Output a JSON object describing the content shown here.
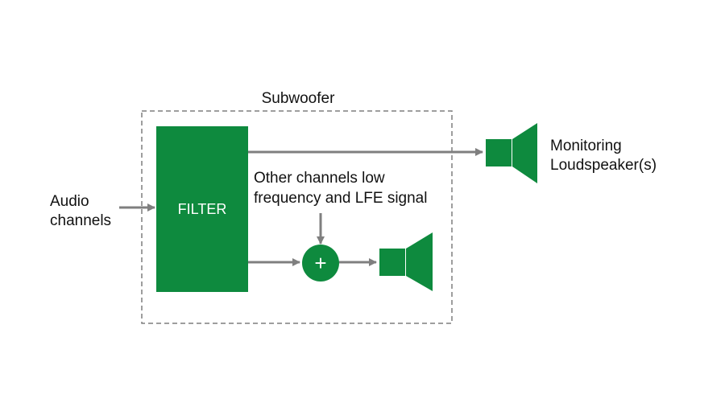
{
  "subwoofer_label": "Subwoofer",
  "input_label": {
    "line1": "Audio",
    "line2": "channels"
  },
  "filter_label": "FILTER",
  "other_channels_label": {
    "line1": "Other channels low",
    "line2": "frequency and LFE signal"
  },
  "summing_symbol": "+",
  "monitoring_label": {
    "line1": "Monitoring",
    "line2": "Loudspeaker(s)"
  },
  "colors": {
    "green": "#0e8a3e",
    "arrow": "#7f7f7f",
    "dashed_border": "#7f7f7f",
    "text": "#111111"
  },
  "icons": [
    "loudspeaker-icon",
    "subwoofer-speaker-icon",
    "summing-junction-icon"
  ]
}
